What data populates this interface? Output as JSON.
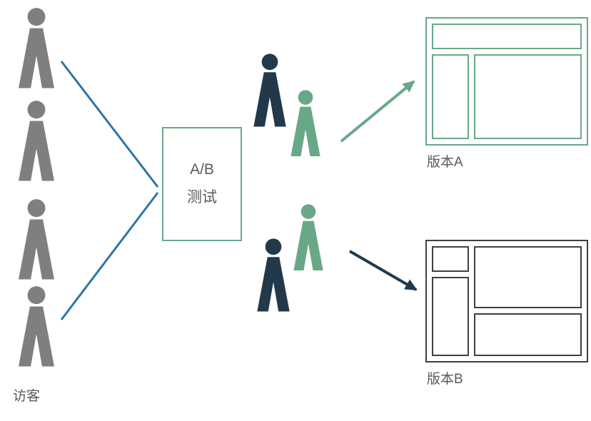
{
  "diagram": {
    "visitors_label": "访客",
    "test_box": {
      "line1": "A/B",
      "line2": "测试"
    },
    "version_a_label": "版本A",
    "version_b_label": "版本B",
    "colors": {
      "gray_person": "#7f7f7f",
      "dark_person": "#21394a",
      "green_person": "#69a887",
      "blue_line": "#2d75a6",
      "green_accent": "#69a887",
      "dark_accent": "#3f3f3f",
      "label_text": "#595959"
    }
  }
}
